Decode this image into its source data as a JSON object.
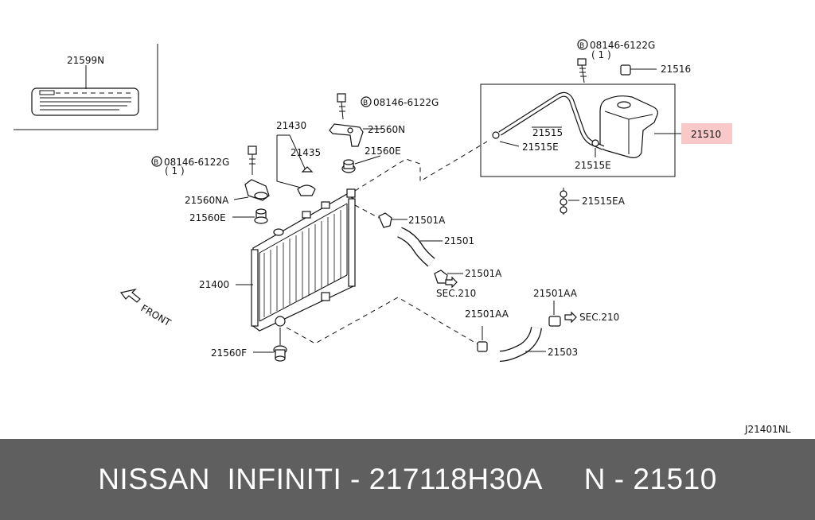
{
  "labels": {
    "p21599n": "21599N",
    "bolt_top_code": "08146-6122G",
    "bolt_top_qty": "( 1 )",
    "p21516": "21516",
    "p21510": "21510",
    "bolt_mid_code": "08146-6122G",
    "p21430": "21430",
    "p21560n": "21560N",
    "p21435": "21435",
    "p21560e_top": "21560E",
    "p21515": "21515",
    "p21515e_left": "21515E",
    "p21515e_right": "21515E",
    "bolt_left_code": "08146-6122G",
    "bolt_left_qty": "( 1 )",
    "p21560na": "21560NA",
    "p21515ea": "21515EA",
    "p21560e_left": "21560E",
    "p21501a_top": "21501A",
    "p21501": "21501",
    "p21400": "21400",
    "p21501a_low": "21501A",
    "sec210_a": "SEC.210",
    "front": "FRONT",
    "p21501aa_right": "21501AA",
    "sec210_b": "SEC.210",
    "p21501aa_left": "21501AA",
    "p21560f": "21560F",
    "p21503": "21503",
    "diagram_code": "J21401NL",
    "bolt_symbol": "B"
  },
  "colors": {
    "highlight": "#f9c8c8",
    "footer_bg": "#5f5f5f",
    "footer_text": "#ffffff"
  },
  "footer": {
    "text": "NISSAN  INFINITI - 217118H30A     N - 21510"
  }
}
